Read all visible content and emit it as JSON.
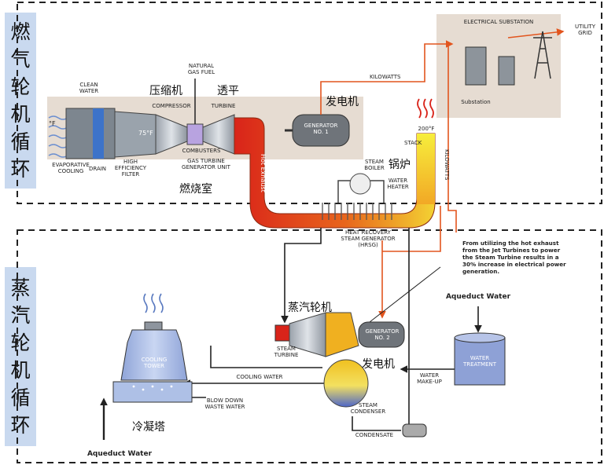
{
  "sections": {
    "gas_cycle": [
      "燃",
      "气",
      "轮",
      "机",
      "循",
      "环"
    ],
    "steam_cycle": [
      "蒸",
      "汽",
      "轮",
      "机",
      "循",
      "环"
    ]
  },
  "labels": {
    "clean_water": [
      "CLEAN",
      "WATER"
    ],
    "natural_gas": [
      "NATURAL",
      "GAS FUEL"
    ],
    "compressor_cn": "压缩机",
    "turbine_cn": "透平",
    "compressor": "COMPRESSOR",
    "turbine": "TURBINE",
    "temp_75": "75°F",
    "deg_f": "°F",
    "combusters": "COMBUSTERS",
    "gt_unit": [
      "GAS TURBINE",
      "GENERATOR UNIT"
    ],
    "combustor_cn": "燃烧室",
    "evap": [
      "EVAPORATIVE",
      "COOLING"
    ],
    "drain": "DRAIN",
    "filter": [
      "HIGH",
      "EFFICIENCY",
      "FILTER"
    ],
    "hot_exhaust": "Hot Exhaust",
    "generator1": [
      "GENERATOR",
      "NO. 1"
    ],
    "generator_cn_1": "发电机",
    "kilowatts_top": "KILOWATTS",
    "substation_title": "ELECTRICAL SUBSTATION",
    "substation": "Substation",
    "utility": [
      "UTILITY",
      "GRID"
    ],
    "stack": "STACK",
    "temp_200": "200°F",
    "steam_boiler": [
      "STEAM",
      "BOILER"
    ],
    "boiler_cn": "锅炉",
    "water_heater": [
      "WATER",
      "HEATER"
    ],
    "kilowatts_side": "KILOWATTS",
    "hrsg": [
      "HEAT RECOVERY",
      "STEAM GENERATOR",
      "(HRSG)"
    ],
    "note": [
      "From utilizing the hot exhaust",
      "from the     Jet Turbines to power",
      "the Steam Turbine results in a",
      "30% increase in electrical power",
      "generation."
    ],
    "steam_turbine_cn": "蒸汽轮机",
    "steam_turbine": [
      "STEAM",
      "TURBINE"
    ],
    "generator2": [
      "GENERATOR",
      "NO. 2"
    ],
    "generator_cn_2": "发电机",
    "aqueduct_right": "Aqueduct Water",
    "water_treatment": [
      "WATER",
      "TREATMENT"
    ],
    "makeup": [
      "WATER",
      "MAKE-UP"
    ],
    "cooling_tower": [
      "COOLING",
      "TOWER"
    ],
    "cooling_water": "COOLING WATER",
    "blowdown": [
      "BLOW DOWN",
      "WASTE WATER"
    ],
    "condenser": [
      "STEAM",
      "CONDENSER"
    ],
    "condensate": "CONDENSATE",
    "cooling_tower_cn": "冷凝塔",
    "aqueduct_left": "Aqueduct Water"
  }
}
